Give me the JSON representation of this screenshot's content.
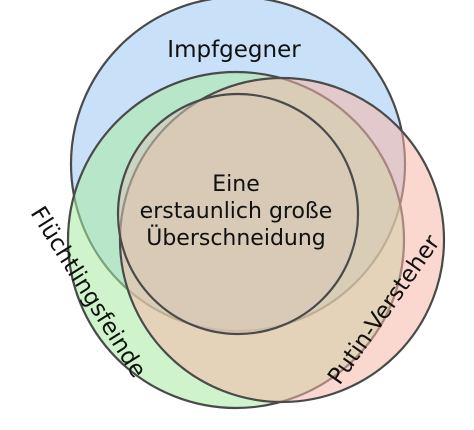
{
  "diagram": {
    "type": "venn",
    "sets": [
      {
        "key": "top",
        "label": "Impfgegner",
        "fill": "#9cc9f2"
      },
      {
        "key": "left",
        "label": "Flüchtlingsfeinde",
        "fill": "#a8eba2"
      },
      {
        "key": "right",
        "label": "Putin-Versteher",
        "fill": "#f5b8a8"
      }
    ],
    "center_label": {
      "line1": "Eine",
      "line2": "erstaunlich große",
      "line3": "Überschneidung"
    },
    "colors": {
      "outline": "#4a4a4a",
      "text": "#111111",
      "background": "#ffffff"
    }
  }
}
